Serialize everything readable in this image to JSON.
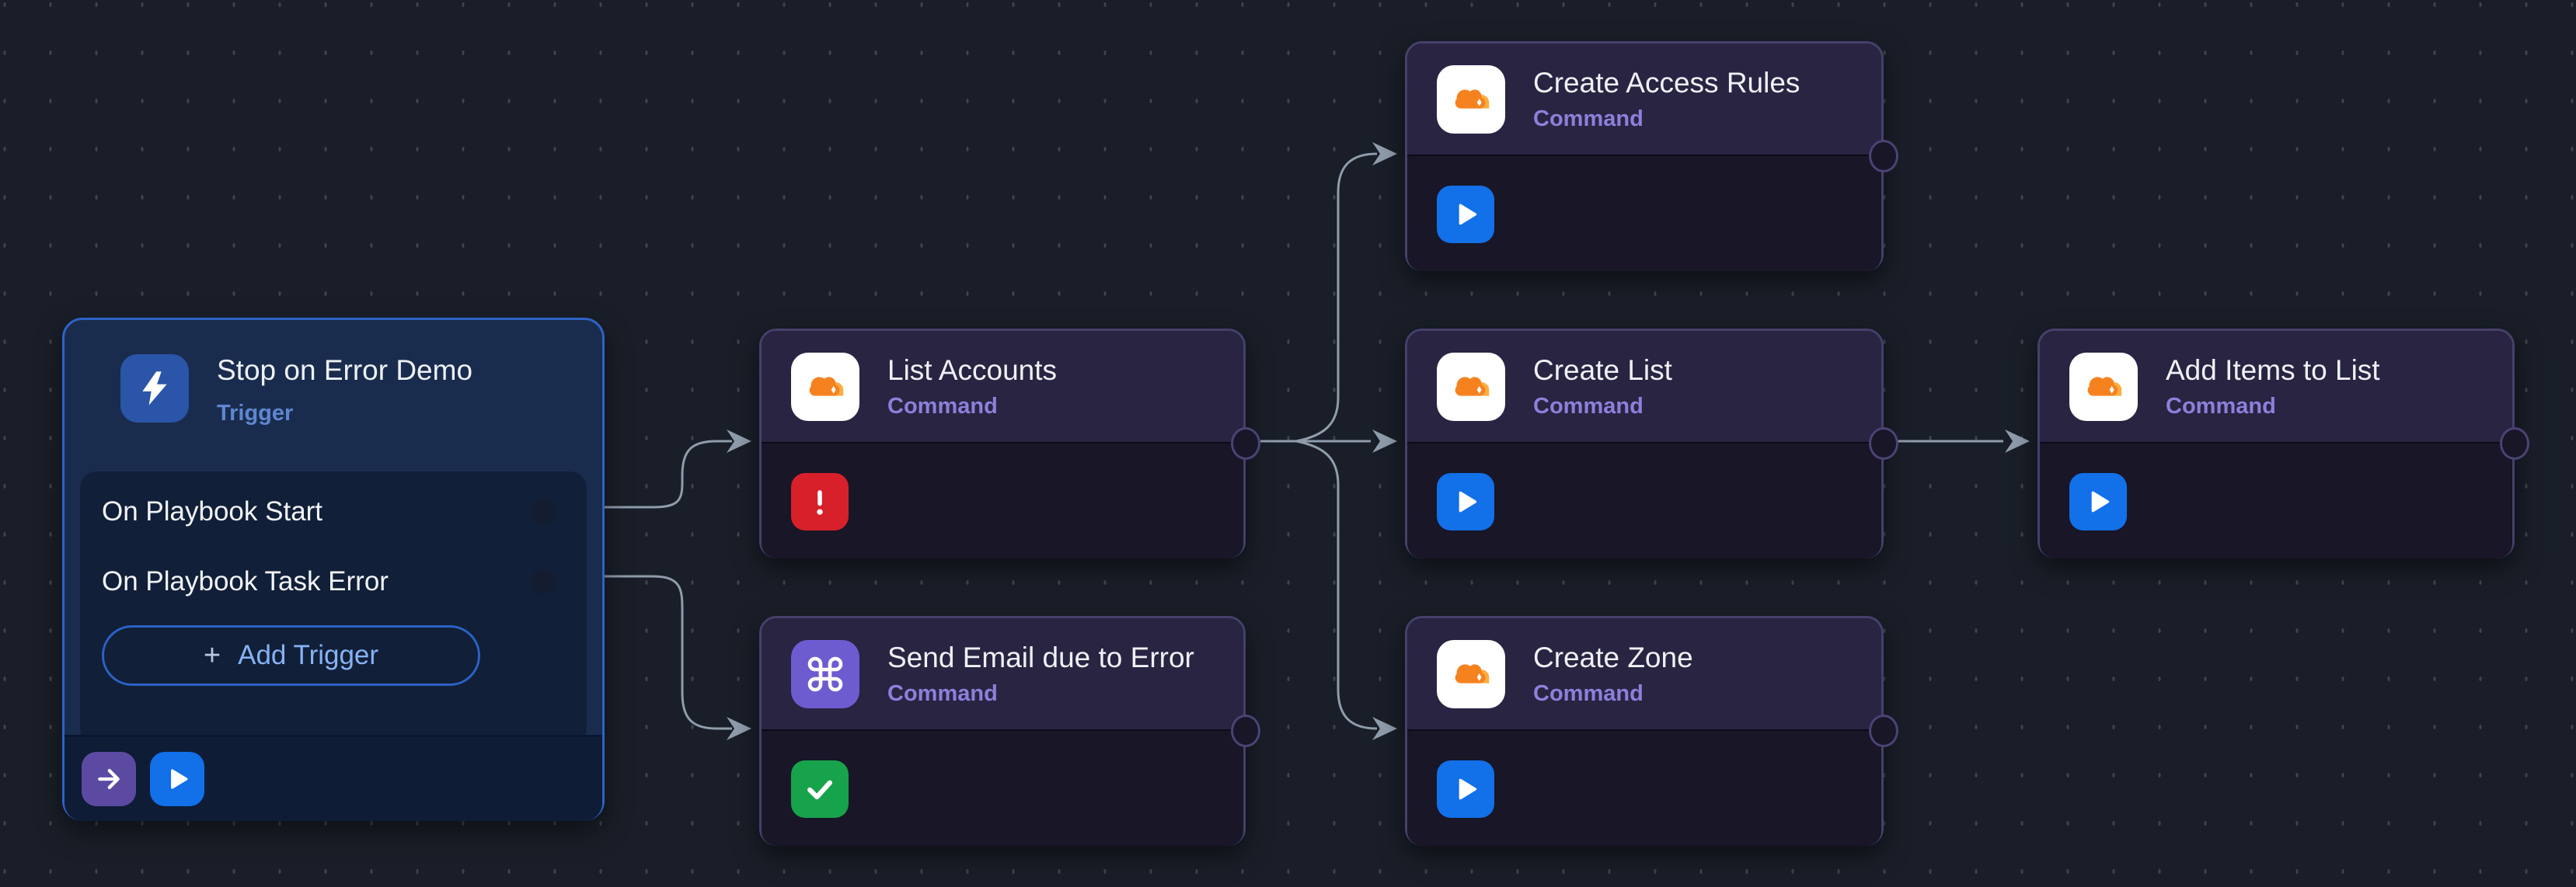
{
  "trigger_node": {
    "title": "Stop on Error Demo",
    "type_label": "Trigger",
    "triggers": [
      {
        "label": "On Playbook Start"
      },
      {
        "label": "On Playbook Task Error"
      }
    ],
    "add_trigger": {
      "plus": "+",
      "label": "Add Trigger"
    }
  },
  "command_nodes": [
    {
      "title": "List Accounts",
      "type_label": "Command",
      "status": "error"
    },
    {
      "title": "Send Email due to Error",
      "type_label": "Command",
      "status": "success"
    },
    {
      "title": "Create Access Rules",
      "type_label": "Command",
      "status": "play"
    },
    {
      "title": "Create List",
      "type_label": "Command",
      "status": "play"
    },
    {
      "title": "Create Zone",
      "type_label": "Command",
      "status": "play"
    },
    {
      "title": "Add Items to List",
      "type_label": "Command",
      "status": "play"
    }
  ],
  "icons": {
    "trigger": "lightning-bolt-icon",
    "cloudflare": "cloudflare-icon",
    "generic_command": "command-symbol-icon",
    "status_error": "exclamation-icon",
    "status_success": "checkmark-icon",
    "status_play": "play-icon",
    "footer_forward": "arrow-right-icon",
    "footer_run": "play-icon"
  },
  "colors": {
    "canvas_bg": "#191e28",
    "grid_tick": "#3e434d",
    "edge": "#8f9cab",
    "trigger_bg": "#1a2c4e",
    "trigger_border": "#2d63c6",
    "trigger_panel_bg": "#111f38",
    "trigger_footer_bg": "#0e1c36",
    "trigger_divider": "#0a1730",
    "trigger_icon_bg": "#2a55a8",
    "trigger_label": "#5e87cf",
    "connector_dot": "#141c30",
    "command_header_bg": "#282442",
    "command_body_bg": "#181627",
    "command_border": "#46406b",
    "command_label": "#8d80da",
    "command_icon_bg": "#6d5cd0",
    "connector_ring": "#4b4374",
    "title_text": "#eef1f5",
    "add_trigger_border": "#2b62c4",
    "add_trigger_text": "#86b2f2",
    "play_btn": "#1270e8",
    "purple_btn": "#5c4aa2",
    "error": "#d7202a",
    "success": "#17a34c",
    "cloudflare_orange": "#f6821f",
    "cloudflare_orange_light": "#fbad41"
  }
}
